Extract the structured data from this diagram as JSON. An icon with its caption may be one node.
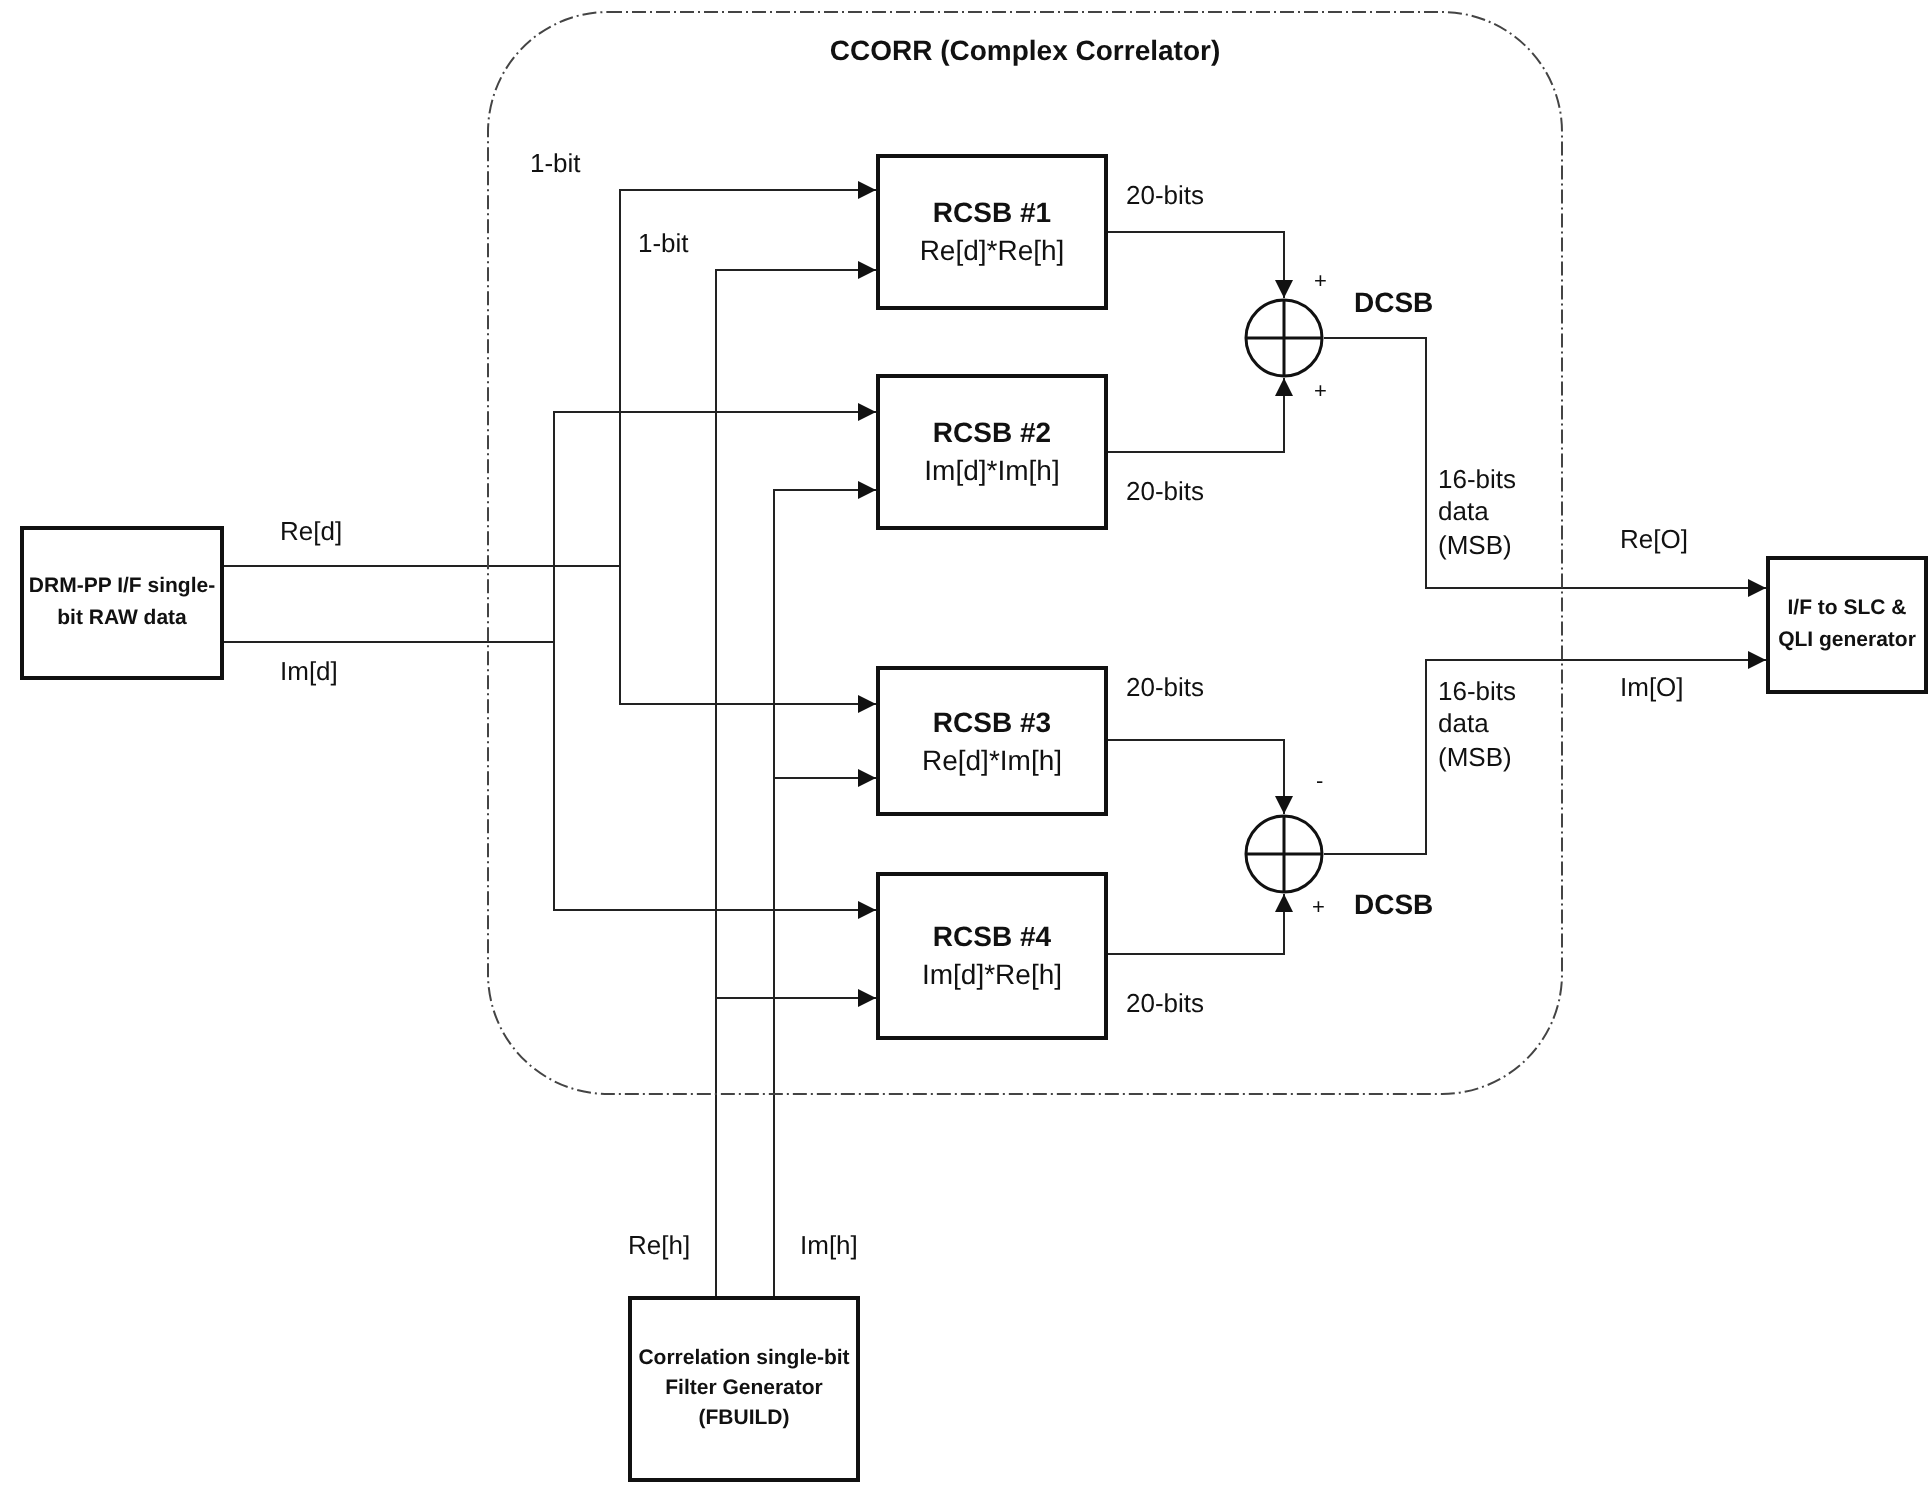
{
  "diagram": {
    "nodes": [
      {
        "text": [
          "CCORR (Complex Correlator)"
        ]
      },
      {
        "text": [
          "DRM-PP I/F single-bit RAW data"
        ]
      },
      {
        "text": [
          "RCSB #1",
          "Re[d]*Re[h]"
        ],
        "in": 0
      },
      {
        "text": [
          "RCSB #2",
          "Im[d]*Im[h]"
        ],
        "in": 0
      },
      {
        "text": [
          "RCSB #3",
          "Re[d]*Im[h]"
        ],
        "in": 0
      },
      {
        "text": [
          "RCSB #4",
          "Im[d]*Re[h]"
        ],
        "in": 0
      },
      {
        "text": [],
        "shape": "circle",
        "in": 0,
        "beside": [
          "DCSB"
        ]
      },
      {
        "text": [],
        "shape": "circle",
        "in": 0,
        "beside": [
          "DCSB"
        ]
      },
      {
        "text": [
          "I/F to SLC & QLI generator"
        ]
      },
      {
        "text": [
          "Correlation single-bit Filter Generator (FBUILD)"
        ]
      }
    ],
    "edges": [
      {
        "from": 1,
        "to": 2,
        "arrow": "to",
        "label": "1-bit"
      },
      {
        "from": 1,
        "to": 4,
        "arrow": "to"
      },
      {
        "from": 1,
        "to": 3,
        "arrow": "to"
      },
      {
        "from": 1,
        "to": 5,
        "arrow": "to"
      },
      {
        "from": 9,
        "to": 2,
        "arrow": "to",
        "label": "1-bit"
      },
      {
        "from": 9,
        "to": 5,
        "arrow": "to"
      },
      {
        "from": 9,
        "to": 3,
        "arrow": "to"
      },
      {
        "from": 9,
        "to": 4,
        "arrow": "to"
      },
      {
        "from": 2,
        "to": 6,
        "arrow": "to",
        "label": "20-bits"
      },
      {
        "from": 3,
        "to": 6,
        "arrow": "to",
        "label": "20-bits"
      },
      {
        "from": 4,
        "to": 7,
        "arrow": "to",
        "label": "20-bits"
      },
      {
        "from": 5,
        "to": 7,
        "arrow": "to",
        "label": "20-bits"
      },
      {
        "from": 6,
        "to": 8,
        "arrow": "to",
        "label": "16-bits data (MSB)"
      },
      {
        "from": 7,
        "to": 8,
        "arrow": "to",
        "label": "16-bits data (MSB)"
      }
    ],
    "labels": [
      "+",
      "+",
      "Re[d]",
      "Re[O]",
      "Im[d]",
      "Im[O]",
      "-",
      "+",
      "Re[h]",
      "Im[h]"
    ]
  }
}
